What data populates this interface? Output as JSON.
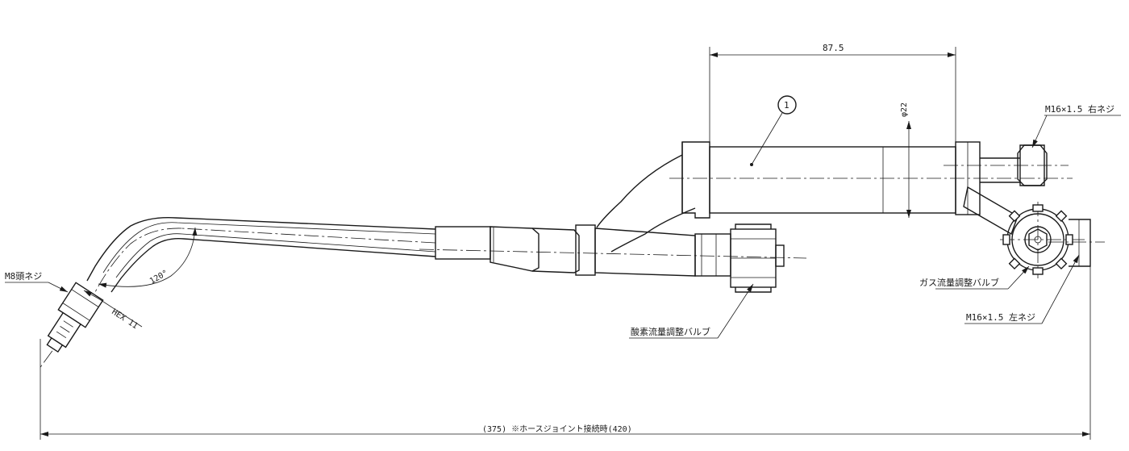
{
  "labels": {
    "dim_top": "87.5",
    "dim_dia": "φ22",
    "balloon": "1",
    "thread_right": "M16×1.5 右ネジ",
    "thread_left": "M16×1.5 左ネジ",
    "gas_valve": "ガス流量調整バルブ",
    "oxygen_valve": "酸素流量調整バルブ",
    "m8_thread": "M8頭ネジ",
    "hex": "HEX 11",
    "angle": "120°",
    "overall_length": "(375) ※ホースジョイント接続時(420)"
  }
}
